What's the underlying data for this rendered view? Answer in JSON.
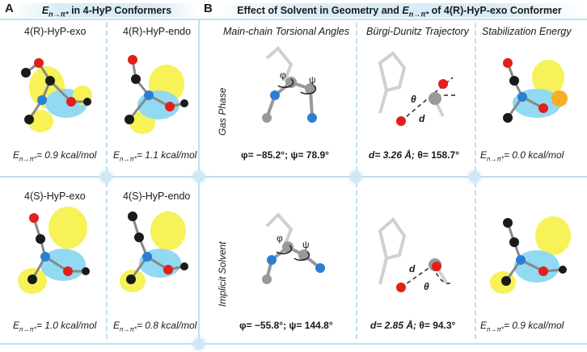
{
  "panel_a": {
    "letter": "A",
    "title_prefix": "E",
    "title_sub": "n→π*",
    "title_suffix": " in 4-HyP Conformers",
    "conformers": [
      {
        "label": "4(R)-HyP-exo",
        "energy": "= 0.9 kcal/mol"
      },
      {
        "label": "4(R)-HyP-endo",
        "energy": "= 1.1 kcal/mol"
      },
      {
        "label": "4(S)-HyP-exo",
        "energy": "= 1.0 kcal/mol"
      },
      {
        "label": "4(S)-HyP-endo",
        "energy": "= 0.8 kcal/mol"
      }
    ],
    "energy_symbol": "E",
    "energy_sub": "n→π*"
  },
  "panel_b": {
    "letter": "B",
    "title_prefix": "Effect of Solvent in Geometry and ",
    "title_e": "E",
    "title_sub": "n→π*",
    "title_suffix": " of 4(R)-HyP-exo Conformer",
    "columns": [
      "Main-chain Torsional Angles",
      "Bürgi-Dunitz Trajectory",
      "Stabilization Energy"
    ],
    "rows": [
      {
        "label": "Gas Phase",
        "torsion": {
          "phi": "φ= −85.2°; ",
          "psi": "ψ= 78.9°"
        },
        "bd": {
          "d": "d= 3.26 Å; ",
          "theta": "θ= 158.7°"
        },
        "energy": "= 0.0 kcal/mol"
      },
      {
        "label": "Implicit Solvent",
        "torsion": {
          "phi": "φ= −55.8°; ",
          "psi": "ψ= 144.8°"
        },
        "bd": {
          "d": "d= 2.85 Å; ",
          "theta": "θ= 94.3°"
        },
        "energy": "= 0.9 kcal/mol"
      }
    ],
    "diagram_labels": {
      "phi": "φ",
      "psi": "ψ",
      "theta": "θ",
      "d": "d"
    }
  },
  "colors": {
    "accent": "#bfe0f3",
    "carbon": "#1a1a1a",
    "oxygen": "#e0201a",
    "nitrogen": "#2a7fd4",
    "lobe_yellow": "#f5f03a",
    "lobe_blue": "#7fd3f0"
  }
}
